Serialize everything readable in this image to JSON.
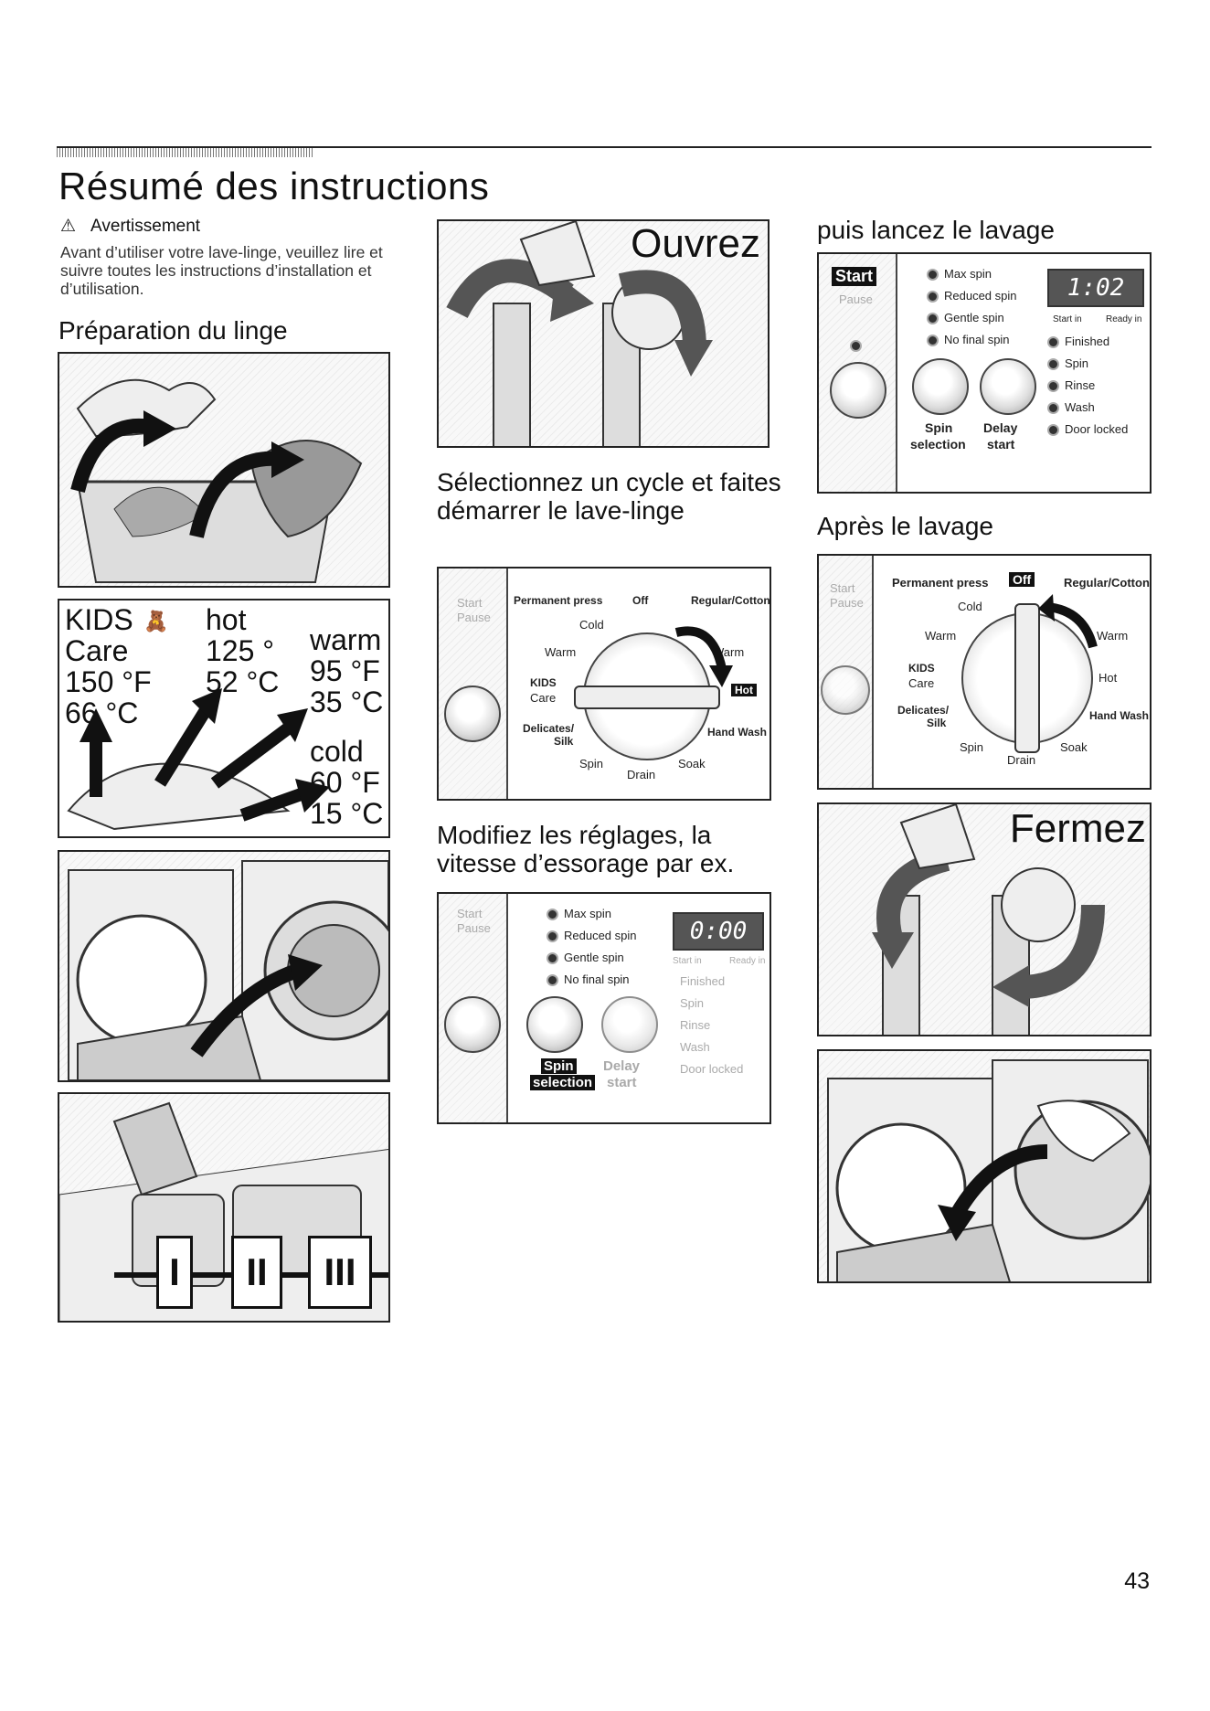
{
  "title": "Résumé des instructions",
  "warning": {
    "icon": "warning-triangle-icon",
    "glyph": "⚠",
    "heading": "Avertissement",
    "text": "Avant d’utiliser votre lave-linge, veuillez lire et suivre toutes les instructions d’installation et d’utilisation."
  },
  "headings": {
    "preparation": "Préparation du linge",
    "select_cycle": "Sélectionnez un cycle et faites démarrer le lave-linge",
    "modify": "Modifiez les réglages, la vitesse d’essorage par ex.",
    "start_wash": "puis lancez le lavage",
    "after_wash": "Après le lavage"
  },
  "sorting": {
    "kids": "KIDS",
    "care": "Care",
    "kids_f": "150 °F",
    "kids_c": "66 °C",
    "hot": "hot",
    "hot_f": "125 °",
    "hot_c": "52 °C",
    "warm": "warm",
    "warm_f": "95 °F",
    "warm_c": "35 °C",
    "cold": "cold",
    "cold_f": "60 °F",
    "cold_c": "15 °C"
  },
  "tap_open": "Ouvrez",
  "tap_close": "Fermez",
  "dispenser": {
    "c1": "I",
    "c2": "II",
    "c3": "III"
  },
  "controls": {
    "start": "Start",
    "pause": "Pause",
    "permanent_press": "Permanent press",
    "off": "Off",
    "regular_cotton": "Regular/Cotton",
    "cold": "Cold",
    "warm": "Warm",
    "hot": "Hot",
    "kids": "KIDS",
    "care": "Care",
    "delicates": "Delicates/",
    "silk": "Silk",
    "hand_wash": "Hand Wash",
    "spin": "Spin",
    "soak": "Soak",
    "drain": "Drain",
    "max_spin": "Max spin",
    "reduced_spin": "Reduced spin",
    "gentle_spin": "Gentle spin",
    "no_final_spin": "No final spin",
    "start_in": "Start in",
    "ready_in": "Ready in",
    "finished": "Finished",
    "spin_status": "Spin",
    "rinse": "Rinse",
    "wash": "Wash",
    "door_locked": "Door locked",
    "spin_label": "Spin",
    "selection": "selection",
    "delay": "Delay",
    "start_lc": "start",
    "lcd_a": "0:00",
    "lcd_b": "1:02"
  },
  "page_number": "43"
}
